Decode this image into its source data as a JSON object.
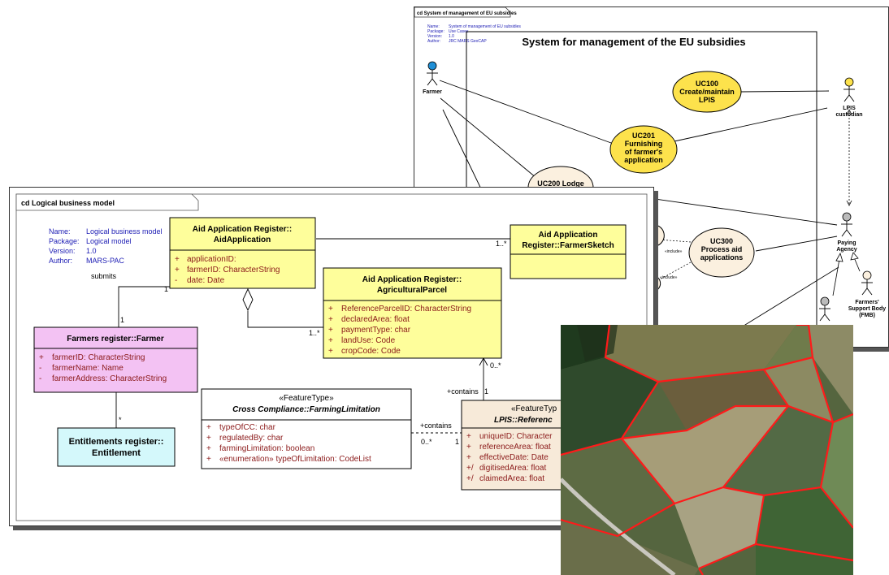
{
  "usecase_diagram": {
    "tab_label": "cd System of management of EU subsidies",
    "meta": {
      "name_label": "Name:",
      "name": "System of management of EU subsidies",
      "package_label": "Package:",
      "package": "Use Cases",
      "version_label": "Version:",
      "version": "1.0",
      "author_label": "Author:",
      "author": "JRC MARS GeoCAP"
    },
    "boundary_title": "System for management of the EU subsidies",
    "actors": {
      "farmer": "Farmer",
      "lpis_line1": "LPIS",
      "lpis_line2": "custodian",
      "paying_line1": "Paying",
      "paying_line2": "Agency",
      "fsb_line1": "Farmers'",
      "fsb_line2": "Support Body",
      "fsb_line3": "(FMB)"
    },
    "usecases": {
      "uc100_l1": "UC100",
      "uc100_l2": "Create/maintain",
      "uc100_l3": "LPIS",
      "uc201_l1": "UC201",
      "uc201_l2": "Furnishing",
      "uc201_l3": "of farmer's",
      "uc201_l4": "application",
      "uc200_l1": "UC200 Lodge",
      "uc300_l1": "UC300",
      "uc300_l2": "Process aid",
      "uc300_l3": "applications"
    },
    "include1": "«include»",
    "include2": "«include»"
  },
  "class_diagram": {
    "tab_label": "cd Logical business model",
    "meta": {
      "name_label": "Name:",
      "name": "Logical business model",
      "package_label": "Package:",
      "package": "Logical model",
      "version_label": "Version:",
      "version": "1.0",
      "author_label": "Author:",
      "author": "MARS-PAC"
    },
    "aid_application": {
      "title1": "Aid Application Register::",
      "title2": "AidApplication",
      "attrs": [
        {
          "vis": "+",
          "text": "applicationID:"
        },
        {
          "vis": "+",
          "text": "farmerID: CharacterString"
        },
        {
          "vis": "-",
          "text": "date: Date"
        }
      ]
    },
    "farmer_sketch": {
      "title1": "Aid Application",
      "title2": "Register::FarmerSketch"
    },
    "agricultural_parcel": {
      "title1": "Aid Application Register::",
      "title2": "AgriculturalParcel",
      "attrs": [
        {
          "vis": "+",
          "text": "ReferenceParcelID: CharacterString"
        },
        {
          "vis": "+",
          "text": "declaredArea: float"
        },
        {
          "vis": "+",
          "text": "paymentType: char"
        },
        {
          "vis": "+",
          "text": "landUse: Code"
        },
        {
          "vis": "+",
          "text": "cropCode: Code"
        }
      ]
    },
    "farmer": {
      "title": "Farmers register::Farmer",
      "attrs": [
        {
          "vis": "+",
          "text": "farmerID: CharacterString"
        },
        {
          "vis": "-",
          "text": "farmerName: Name"
        },
        {
          "vis": "-",
          "text": "farmerAddress: CharacterString"
        }
      ]
    },
    "entitlement": {
      "title1": "Entitlements register::",
      "title2": "Entitlement"
    },
    "cross_compliance": {
      "stereotype": "«FeatureType»",
      "title": "Cross Compliance::FarmingLimitation",
      "attrs": [
        {
          "vis": "+",
          "text": "typeOfCC: char"
        },
        {
          "vis": "+",
          "text": "regulatedBy: char"
        },
        {
          "vis": "+",
          "text": "farmingLimitation: boolean"
        },
        {
          "vis": "+",
          "text": "«enumeration» typeOfLimitation: CodeList"
        }
      ]
    },
    "lpis_ref": {
      "stereotype": "«FeatureTyp",
      "title": "LPIS::Referenc",
      "attrs": [
        {
          "vis": "+",
          "text": "uniqueID: Character"
        },
        {
          "vis": "+",
          "text": "referenceArea: float"
        },
        {
          "vis": "+",
          "text": "effectiveDate: Date"
        },
        {
          "vis": "+/",
          "text": "digitisedArea: float"
        },
        {
          "vis": "+/",
          "text": "claimedArea: float"
        }
      ]
    },
    "labels": {
      "submits": "submits",
      "m_submits_1": "1",
      "m_farmer_1": "1",
      "m_sketch": "1..*",
      "m_parcel": "1..*",
      "m_star": "*",
      "contains1": "+contains",
      "m_contains1_one": "1",
      "m_contains1_many": "0..*",
      "contains2": "+contains",
      "m_contains2_many": "0..*",
      "m_contains2_one": "1"
    }
  },
  "colors": {
    "yellow_class": "#fefe9b",
    "pink_class": "#f3c2f3",
    "cyan_class": "#d4f8fb",
    "beige_class": "#f7ead9",
    "usecase_yellow": "#fde24c",
    "usecase_beige": "#fbf0df",
    "attr_text": "#8b1a1a",
    "meta_text": "#1c1cb4",
    "parcel_boundary": "#ff1a1a"
  }
}
